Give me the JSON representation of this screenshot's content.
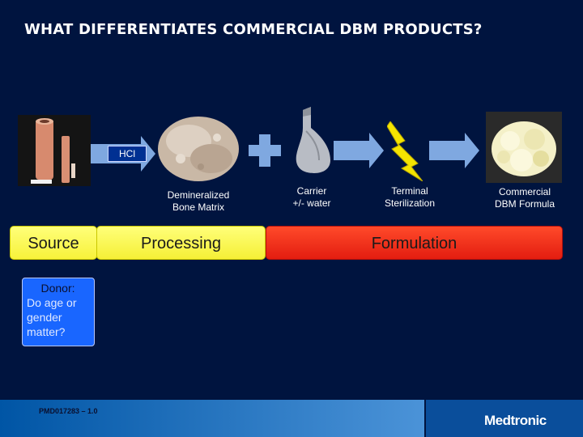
{
  "title": "WHAT DIFFERENTIATES COMMERCIAL DBM PRODUCTS?",
  "hcl_label": "HCl",
  "captions": {
    "matrix": [
      "Demineralized",
      "Bone Matrix"
    ],
    "carrier": [
      "Carrier",
      "+/- water"
    ],
    "sterilization": [
      "Terminal",
      "Sterilization"
    ],
    "formula": [
      "Commercial",
      "DBM Formula"
    ]
  },
  "stages": {
    "source": "Source",
    "processing": "Processing",
    "formulation": "Formulation"
  },
  "donor": {
    "title": "Donor:",
    "body": [
      "Do age or",
      "gender",
      "matter?"
    ]
  },
  "footer": {
    "code": "PMD017283 – 1.0",
    "brand": "Medtronic"
  },
  "colors": {
    "background": "#00143f",
    "source_yellow": "#f7f23a",
    "formulation_red": "#e31d10",
    "donor_blue": "#1966ff",
    "arrow_blue": "#7fa8e0"
  },
  "icons": [
    "bone-cylinder-image",
    "powder-image",
    "carrier-tube-image",
    "lightning-bolt-icon",
    "dbm-formula-image",
    "plus-icon"
  ]
}
